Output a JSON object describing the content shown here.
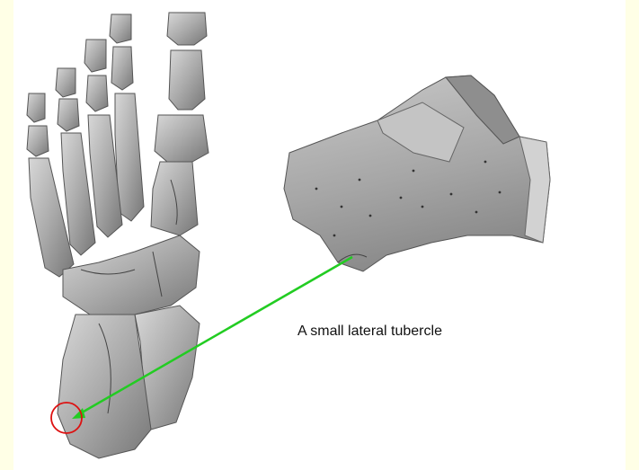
{
  "caption": "A small lateral tubercle",
  "colors": {
    "background": "#ffffe6",
    "panel": "#ffffff",
    "pointer_line": "#22cc22",
    "marker_circle": "#dd1111",
    "bone_fill": "#b8b8b8",
    "bone_shadow": "#6e6e6e"
  },
  "icons": [
    "foot-skeleton",
    "talus-bone",
    "pointer-arrow",
    "marker-circle"
  ]
}
